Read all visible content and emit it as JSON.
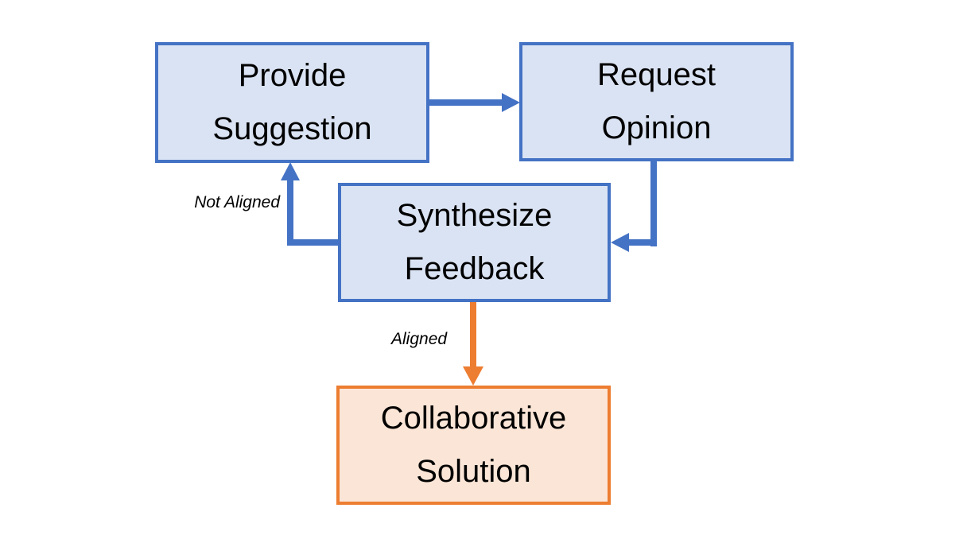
{
  "diagram": {
    "background": "#FFFFFF",
    "colors": {
      "blue_border": "#4472C4",
      "blue_fill": "#DAE3F3",
      "orange_border": "#ED7D31",
      "orange_fill": "#FBE5D6",
      "text": "#000000"
    }
  },
  "nodes": [
    {
      "id": "provide-suggestion",
      "lines": [
        "Provide",
        "Suggestion"
      ],
      "fill": "#DAE3F3",
      "border": "#4472C4"
    },
    {
      "id": "request-opinion",
      "lines": [
        "Request",
        "Opinion"
      ],
      "fill": "#DAE3F3",
      "border": "#4472C4"
    },
    {
      "id": "synthesize-feedback",
      "lines": [
        "Synthesize",
        "Feedback"
      ],
      "fill": "#DAE3F3",
      "border": "#4472C4"
    },
    {
      "id": "collaborative-solution",
      "lines": [
        "Collaborative",
        "Solution"
      ],
      "fill": "#FBE5D6",
      "border": "#ED7D31"
    }
  ],
  "edges": [
    {
      "from": "provide-suggestion",
      "to": "request-opinion",
      "label": "",
      "color": "#4472C4"
    },
    {
      "from": "request-opinion",
      "to": "synthesize-feedback",
      "label": "",
      "color": "#4472C4"
    },
    {
      "from": "synthesize-feedback",
      "to": "provide-suggestion",
      "label": "Not Aligned",
      "color": "#4472C4"
    },
    {
      "from": "synthesize-feedback",
      "to": "collaborative-solution",
      "label": "Aligned",
      "color": "#ED7D31"
    }
  ]
}
